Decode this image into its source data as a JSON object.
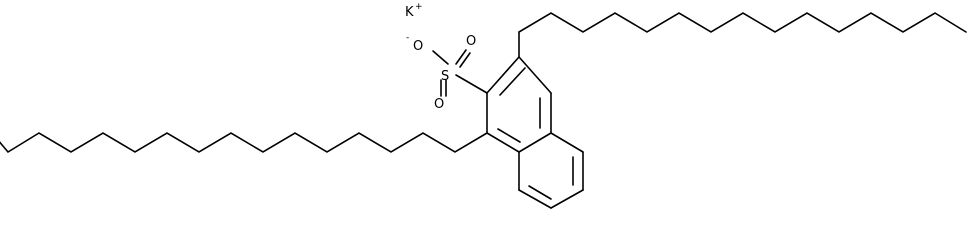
{
  "molecule": {
    "atom_labels": {
      "counter_ion": {
        "element": "K",
        "charge": "+"
      },
      "sulfur": "S",
      "oxygen_upper": "O",
      "oxygen_lower": "O",
      "oxygen_anion": {
        "element": "O",
        "charge": "-"
      }
    },
    "colors": {
      "bond": "#000000",
      "background": "#ffffff"
    }
  }
}
